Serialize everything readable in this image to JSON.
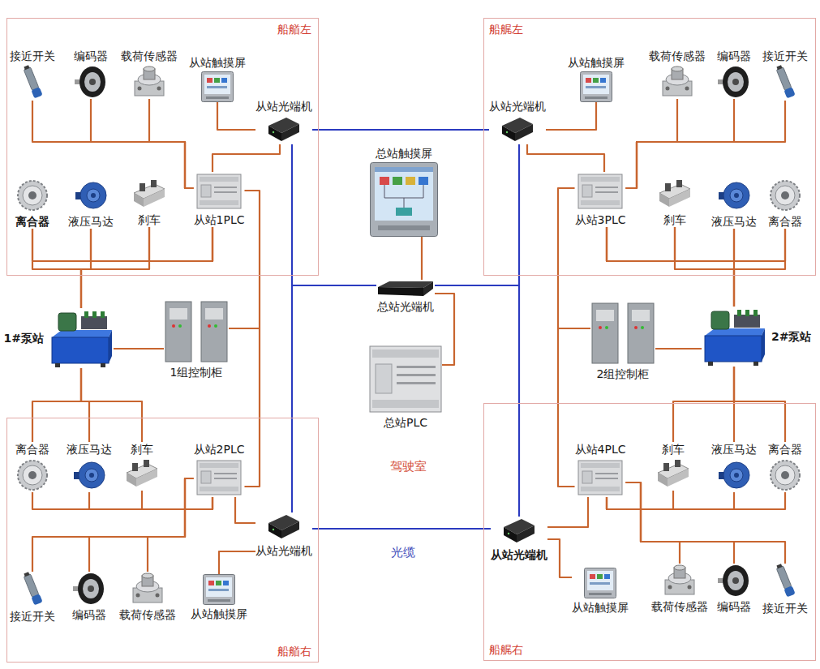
{
  "diagram": {
    "nodes": [
      {
        "text": [
          "船艏左"
        ]
      },
      {
        "text": [
          "接近开关"
        ],
        "in": 0
      },
      {
        "text": [
          "编码器"
        ],
        "in": 0
      },
      {
        "text": [
          "载荷传感器"
        ],
        "in": 0
      },
      {
        "text": [
          "从站触摸屏"
        ],
        "in": 0
      },
      {
        "text": [
          "从站光端机"
        ],
        "in": 0
      },
      {
        "text": [
          "离合器"
        ],
        "in": 0
      },
      {
        "text": [
          "液压马达"
        ],
        "in": 0
      },
      {
        "text": [
          "刹车"
        ],
        "in": 0
      },
      {
        "text": [
          "从站1PLC"
        ],
        "in": 0
      },
      {
        "text": [
          "船艉左"
        ]
      },
      {
        "text": [
          "从站光端机"
        ],
        "in": 10
      },
      {
        "text": [
          "从站触摸屏"
        ],
        "in": 10
      },
      {
        "text": [
          "载荷传感器"
        ],
        "in": 10
      },
      {
        "text": [
          "编码器"
        ],
        "in": 10
      },
      {
        "text": [
          "接近开关"
        ],
        "in": 10
      },
      {
        "text": [
          "从站3PLC"
        ],
        "in": 10
      },
      {
        "text": [
          "刹车"
        ],
        "in": 10
      },
      {
        "text": [
          "液压马达"
        ],
        "in": 10
      },
      {
        "text": [
          "离合器"
        ],
        "in": 10
      },
      {
        "text": [
          "总站触摸屏"
        ]
      },
      {
        "text": [
          "总站光端机"
        ]
      },
      {
        "text": [
          "1#泵站"
        ]
      },
      {
        "text": [
          "1组控制柜"
        ]
      },
      {
        "text": [
          "2组控制柜"
        ]
      },
      {
        "text": [
          "2#泵站"
        ]
      },
      {
        "text": [
          "总站PLC"
        ]
      },
      {
        "text": [
          "船艏右"
        ]
      },
      {
        "text": [
          "离合器"
        ],
        "in": 27
      },
      {
        "text": [
          "液压马达"
        ],
        "in": 27
      },
      {
        "text": [
          "刹车"
        ],
        "in": 27
      },
      {
        "text": [
          "从站2PLC"
        ],
        "in": 27
      },
      {
        "text": [
          "接近开关"
        ],
        "in": 27
      },
      {
        "text": [
          "编码器"
        ],
        "in": 27
      },
      {
        "text": [
          "载荷传感器"
        ],
        "in": 27
      },
      {
        "text": [
          "从站触摸屏"
        ],
        "in": 27
      },
      {
        "text": [
          "从站光端机"
        ],
        "in": 27
      },
      {
        "text": [
          "船艉右"
        ]
      },
      {
        "text": [
          "从站4PLC"
        ],
        "in": 37
      },
      {
        "text": [
          "刹车"
        ],
        "in": 37
      },
      {
        "text": [
          "液压马达"
        ],
        "in": 37
      },
      {
        "text": [
          "离合器"
        ],
        "in": 37
      },
      {
        "text": [
          "从站光端机"
        ],
        "in": 37
      },
      {
        "text": [
          "从站触摸屏"
        ],
        "in": 37
      },
      {
        "text": [
          "载荷传感器"
        ],
        "in": 37
      },
      {
        "text": [
          "编码器"
        ],
        "in": 37
      },
      {
        "text": [
          "接近开关"
        ],
        "in": 37
      }
    ],
    "edges": [
      {
        "from": 1,
        "to": 9,
        "arrow": "none"
      },
      {
        "from": 2,
        "to": 9,
        "arrow": "none"
      },
      {
        "from": 3,
        "to": 9,
        "arrow": "none"
      },
      {
        "from": 6,
        "to": 9,
        "arrow": "none"
      },
      {
        "from": 7,
        "to": 9,
        "arrow": "none"
      },
      {
        "from": 8,
        "to": 9,
        "arrow": "none"
      },
      {
        "from": 4,
        "to": 5,
        "arrow": "none"
      },
      {
        "from": 9,
        "to": 5,
        "arrow": "none"
      },
      {
        "from": 13,
        "to": 16,
        "arrow": "none"
      },
      {
        "from": 14,
        "to": 16,
        "arrow": "none"
      },
      {
        "from": 15,
        "to": 16,
        "arrow": "none"
      },
      {
        "from": 17,
        "to": 16,
        "arrow": "none"
      },
      {
        "from": 18,
        "to": 16,
        "arrow": "none"
      },
      {
        "from": 19,
        "to": 16,
        "arrow": "none"
      },
      {
        "from": 12,
        "to": 11,
        "arrow": "none"
      },
      {
        "from": 16,
        "to": 11,
        "arrow": "none"
      },
      {
        "from": 32,
        "to": 31,
        "arrow": "none"
      },
      {
        "from": 33,
        "to": 31,
        "arrow": "none"
      },
      {
        "from": 34,
        "to": 31,
        "arrow": "none"
      },
      {
        "from": 28,
        "to": 31,
        "arrow": "none"
      },
      {
        "from": 29,
        "to": 31,
        "arrow": "none"
      },
      {
        "from": 30,
        "to": 31,
        "arrow": "none"
      },
      {
        "from": 35,
        "to": 36,
        "arrow": "none"
      },
      {
        "from": 31,
        "to": 36,
        "arrow": "none"
      },
      {
        "from": 44,
        "to": 38,
        "arrow": "none"
      },
      {
        "from": 45,
        "to": 38,
        "arrow": "none"
      },
      {
        "from": 46,
        "to": 38,
        "arrow": "none"
      },
      {
        "from": 39,
        "to": 38,
        "arrow": "none"
      },
      {
        "from": 40,
        "to": 38,
        "arrow": "none"
      },
      {
        "from": 41,
        "to": 38,
        "arrow": "none"
      },
      {
        "from": 43,
        "to": 42,
        "arrow": "none"
      },
      {
        "from": 38,
        "to": 42,
        "arrow": "none"
      },
      {
        "from": 22,
        "to": 23,
        "arrow": "none"
      },
      {
        "from": 23,
        "to": 9,
        "arrow": "none"
      },
      {
        "from": 23,
        "to": 31,
        "arrow": "none"
      },
      {
        "from": 22,
        "to": 6,
        "arrow": "none"
      },
      {
        "from": 22,
        "to": 7,
        "arrow": "none"
      },
      {
        "from": 22,
        "to": 8,
        "arrow": "none"
      },
      {
        "from": 22,
        "to": 28,
        "arrow": "none"
      },
      {
        "from": 22,
        "to": 29,
        "arrow": "none"
      },
      {
        "from": 22,
        "to": 30,
        "arrow": "none"
      },
      {
        "from": 25,
        "to": 24,
        "arrow": "none"
      },
      {
        "from": 24,
        "to": 16,
        "arrow": "none"
      },
      {
        "from": 24,
        "to": 38,
        "arrow": "none"
      },
      {
        "from": 25,
        "to": 17,
        "arrow": "none"
      },
      {
        "from": 25,
        "to": 18,
        "arrow": "none"
      },
      {
        "from": 25,
        "to": 19,
        "arrow": "none"
      },
      {
        "from": 25,
        "to": 39,
        "arrow": "none"
      },
      {
        "from": 25,
        "to": 40,
        "arrow": "none"
      },
      {
        "from": 25,
        "to": 41,
        "arrow": "none"
      },
      {
        "from": 20,
        "to": 21,
        "arrow": "none"
      },
      {
        "from": 21,
        "to": 26,
        "arrow": "none"
      },
      {
        "from": 5,
        "to": 21,
        "arrow": "none"
      },
      {
        "from": 11,
        "to": 21,
        "arrow": "none"
      },
      {
        "from": 36,
        "to": 21,
        "arrow": "none"
      },
      {
        "from": 42,
        "to": 21,
        "arrow": "none"
      },
      {
        "from": 5,
        "to": 11,
        "arrow": "none"
      },
      {
        "from": 36,
        "to": 42,
        "label": "光缆",
        "arrow": "none"
      }
    ],
    "labels": [
      "驾驶室"
    ]
  }
}
